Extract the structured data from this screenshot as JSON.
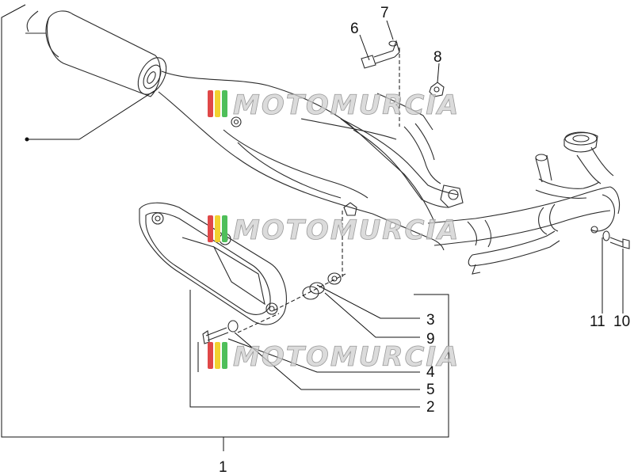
{
  "diagram": {
    "callouts": [
      {
        "id": "c1",
        "label": "1"
      },
      {
        "id": "c2",
        "label": "2"
      },
      {
        "id": "c3",
        "label": "3"
      },
      {
        "id": "c4",
        "label": "4"
      },
      {
        "id": "c5",
        "label": "5"
      },
      {
        "id": "c6",
        "label": "6"
      },
      {
        "id": "c7",
        "label": "7"
      },
      {
        "id": "c8",
        "label": "8"
      },
      {
        "id": "c9",
        "label": "9"
      },
      {
        "id": "c10",
        "label": "10"
      },
      {
        "id": "c11",
        "label": "11"
      }
    ]
  },
  "watermark": {
    "text": "MOTOMURCIA",
    "colors": {
      "red": "#e04848",
      "yellow": "#f2d230",
      "green": "#4fbf5a"
    }
  },
  "colors": {
    "line": "#2b2b2b",
    "background": "#ffffff"
  }
}
